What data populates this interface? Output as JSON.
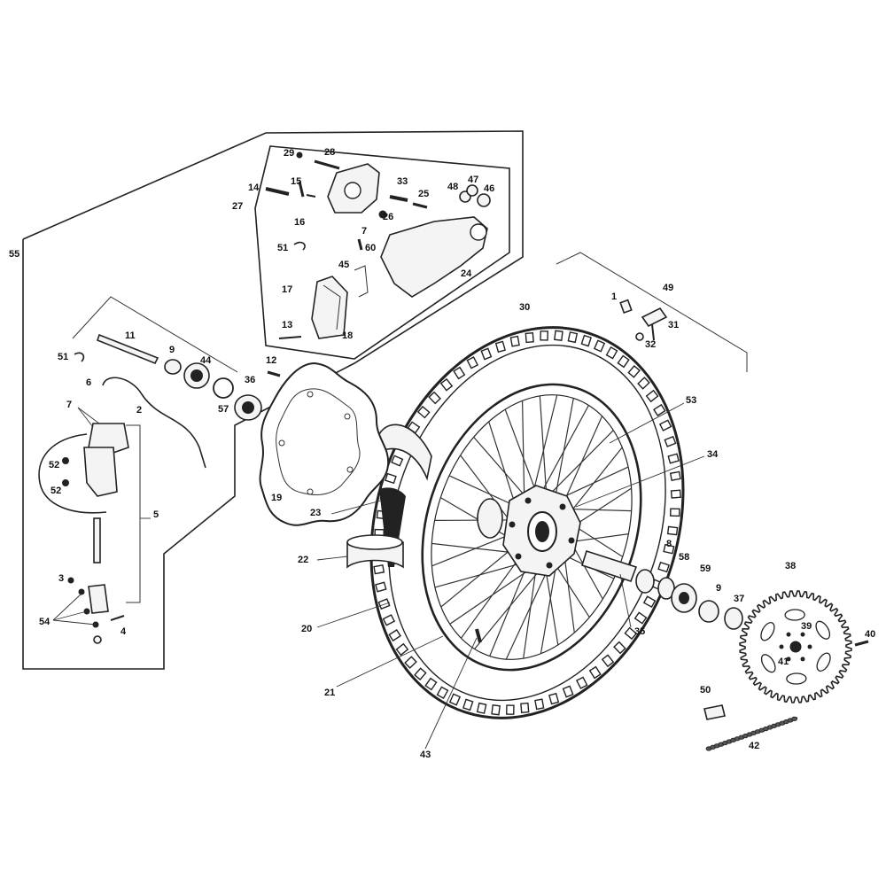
{
  "labels": [
    {
      "id": "1",
      "text": "1"
    },
    {
      "id": "2",
      "text": "2"
    },
    {
      "id": "3",
      "text": "3"
    },
    {
      "id": "4",
      "text": "4"
    },
    {
      "id": "5",
      "text": "5"
    },
    {
      "id": "6",
      "text": "6"
    },
    {
      "id": "7a",
      "text": "7"
    },
    {
      "id": "7b",
      "text": "7"
    },
    {
      "id": "8",
      "text": "8"
    },
    {
      "id": "9a",
      "text": "9"
    },
    {
      "id": "9b",
      "text": "9"
    },
    {
      "id": "11",
      "text": "11"
    },
    {
      "id": "12",
      "text": "12"
    },
    {
      "id": "13",
      "text": "13"
    },
    {
      "id": "14",
      "text": "14"
    },
    {
      "id": "15",
      "text": "15"
    },
    {
      "id": "16",
      "text": "16"
    },
    {
      "id": "17",
      "text": "17"
    },
    {
      "id": "18",
      "text": "18"
    },
    {
      "id": "19",
      "text": "19"
    },
    {
      "id": "20",
      "text": "20"
    },
    {
      "id": "21",
      "text": "21"
    },
    {
      "id": "22",
      "text": "22"
    },
    {
      "id": "23",
      "text": "23"
    },
    {
      "id": "24",
      "text": "24"
    },
    {
      "id": "25",
      "text": "25"
    },
    {
      "id": "26",
      "text": "26"
    },
    {
      "id": "27",
      "text": "27"
    },
    {
      "id": "28",
      "text": "28"
    },
    {
      "id": "29",
      "text": "29"
    },
    {
      "id": "30",
      "text": "30"
    },
    {
      "id": "31",
      "text": "31"
    },
    {
      "id": "32",
      "text": "32"
    },
    {
      "id": "33",
      "text": "33"
    },
    {
      "id": "34",
      "text": "34"
    },
    {
      "id": "35",
      "text": "35"
    },
    {
      "id": "36",
      "text": "36"
    },
    {
      "id": "37",
      "text": "37"
    },
    {
      "id": "38",
      "text": "38"
    },
    {
      "id": "39",
      "text": "39"
    },
    {
      "id": "40",
      "text": "40"
    },
    {
      "id": "41",
      "text": "41"
    },
    {
      "id": "42",
      "text": "42"
    },
    {
      "id": "43",
      "text": "43"
    },
    {
      "id": "44",
      "text": "44"
    },
    {
      "id": "45",
      "text": "45"
    },
    {
      "id": "46",
      "text": "46"
    },
    {
      "id": "47",
      "text": "47"
    },
    {
      "id": "48",
      "text": "48"
    },
    {
      "id": "49",
      "text": "49"
    },
    {
      "id": "50",
      "text": "50"
    },
    {
      "id": "51a",
      "text": "51"
    },
    {
      "id": "51b",
      "text": "51"
    },
    {
      "id": "52a",
      "text": "52"
    },
    {
      "id": "52b",
      "text": "52"
    },
    {
      "id": "53",
      "text": "53"
    },
    {
      "id": "54",
      "text": "54"
    },
    {
      "id": "55",
      "text": "55"
    },
    {
      "id": "57",
      "text": "57"
    },
    {
      "id": "58",
      "text": "58"
    },
    {
      "id": "59",
      "text": "59"
    },
    {
      "id": "60",
      "text": "60"
    }
  ],
  "colors": {
    "line": "#222222",
    "background": "#ffffff"
  }
}
